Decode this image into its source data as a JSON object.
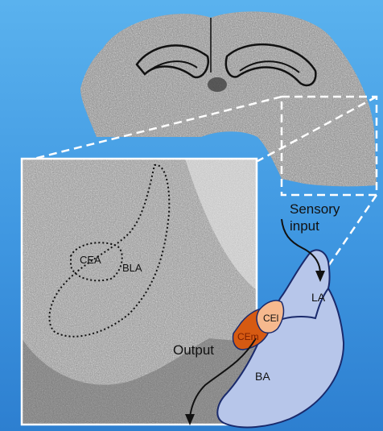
{
  "figure": {
    "labels": {
      "cea": "CEA",
      "bla": "BLA",
      "sensory_input_line1": "Sensory",
      "sensory_input_line2": "input",
      "la": "LA",
      "cel": "CEl",
      "cem": "CEm",
      "output": "Output",
      "ba": "BA"
    },
    "colors": {
      "background_top": "#5ab2ee",
      "background_bottom": "#2d7fd0",
      "nucleus_fill": "#b7c6ea",
      "nucleus_stroke": "#1a2a6c",
      "cel_fill": "#f6b98e",
      "cem_fill": "#d65a12",
      "cem_text": "#7a1e00",
      "zoom_lines": "#ffffff"
    }
  }
}
